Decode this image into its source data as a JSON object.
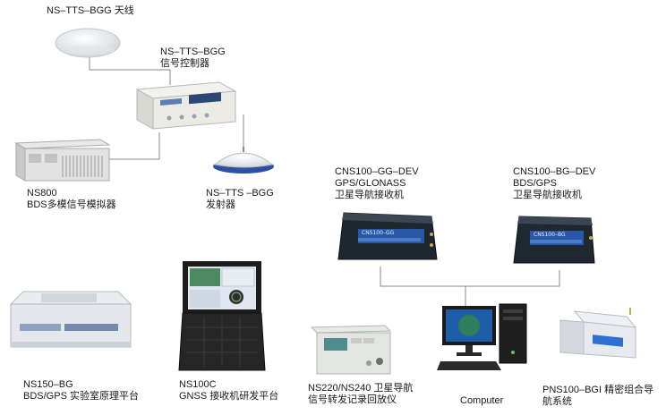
{
  "devices": {
    "antenna": {
      "lines": [
        "NS–TTS–BGG 天线"
      ]
    },
    "controller": {
      "lines": [
        "NS–TTS–BGG",
        "信号控制器"
      ]
    },
    "simulator": {
      "lines": [
        "NS800",
        "BDS多模信号模拟器"
      ]
    },
    "transmitter": {
      "lines": [
        "NS–TTS –BGG",
        "发射器"
      ]
    },
    "receiver_gg": {
      "lines": [
        "CNS100–GG–DEV",
        "GPS/GLONASS",
        "卫星导航接收机"
      ],
      "screen": "CNS100–GG"
    },
    "receiver_bg": {
      "lines": [
        "CNS100–BG–DEV",
        "BDS/GPS",
        "卫星导航接收机"
      ],
      "screen": "CNS100–BG"
    },
    "lab_platform": {
      "lines": [
        "NS150–BG",
        "BDS/GPS 实验室原理平台"
      ]
    },
    "dev_platform": {
      "lines": [
        "NS100C",
        "GNSS 接收机研发平台"
      ]
    },
    "recorder": {
      "lines": [
        "NS220/NS240 卫星导航",
        "信号转发记录回放仪"
      ]
    },
    "computer": {
      "lines": [
        "Computer"
      ]
    },
    "inertial": {
      "lines": [
        "PNS100–BGI 精密组合导",
        "航系统"
      ]
    }
  }
}
